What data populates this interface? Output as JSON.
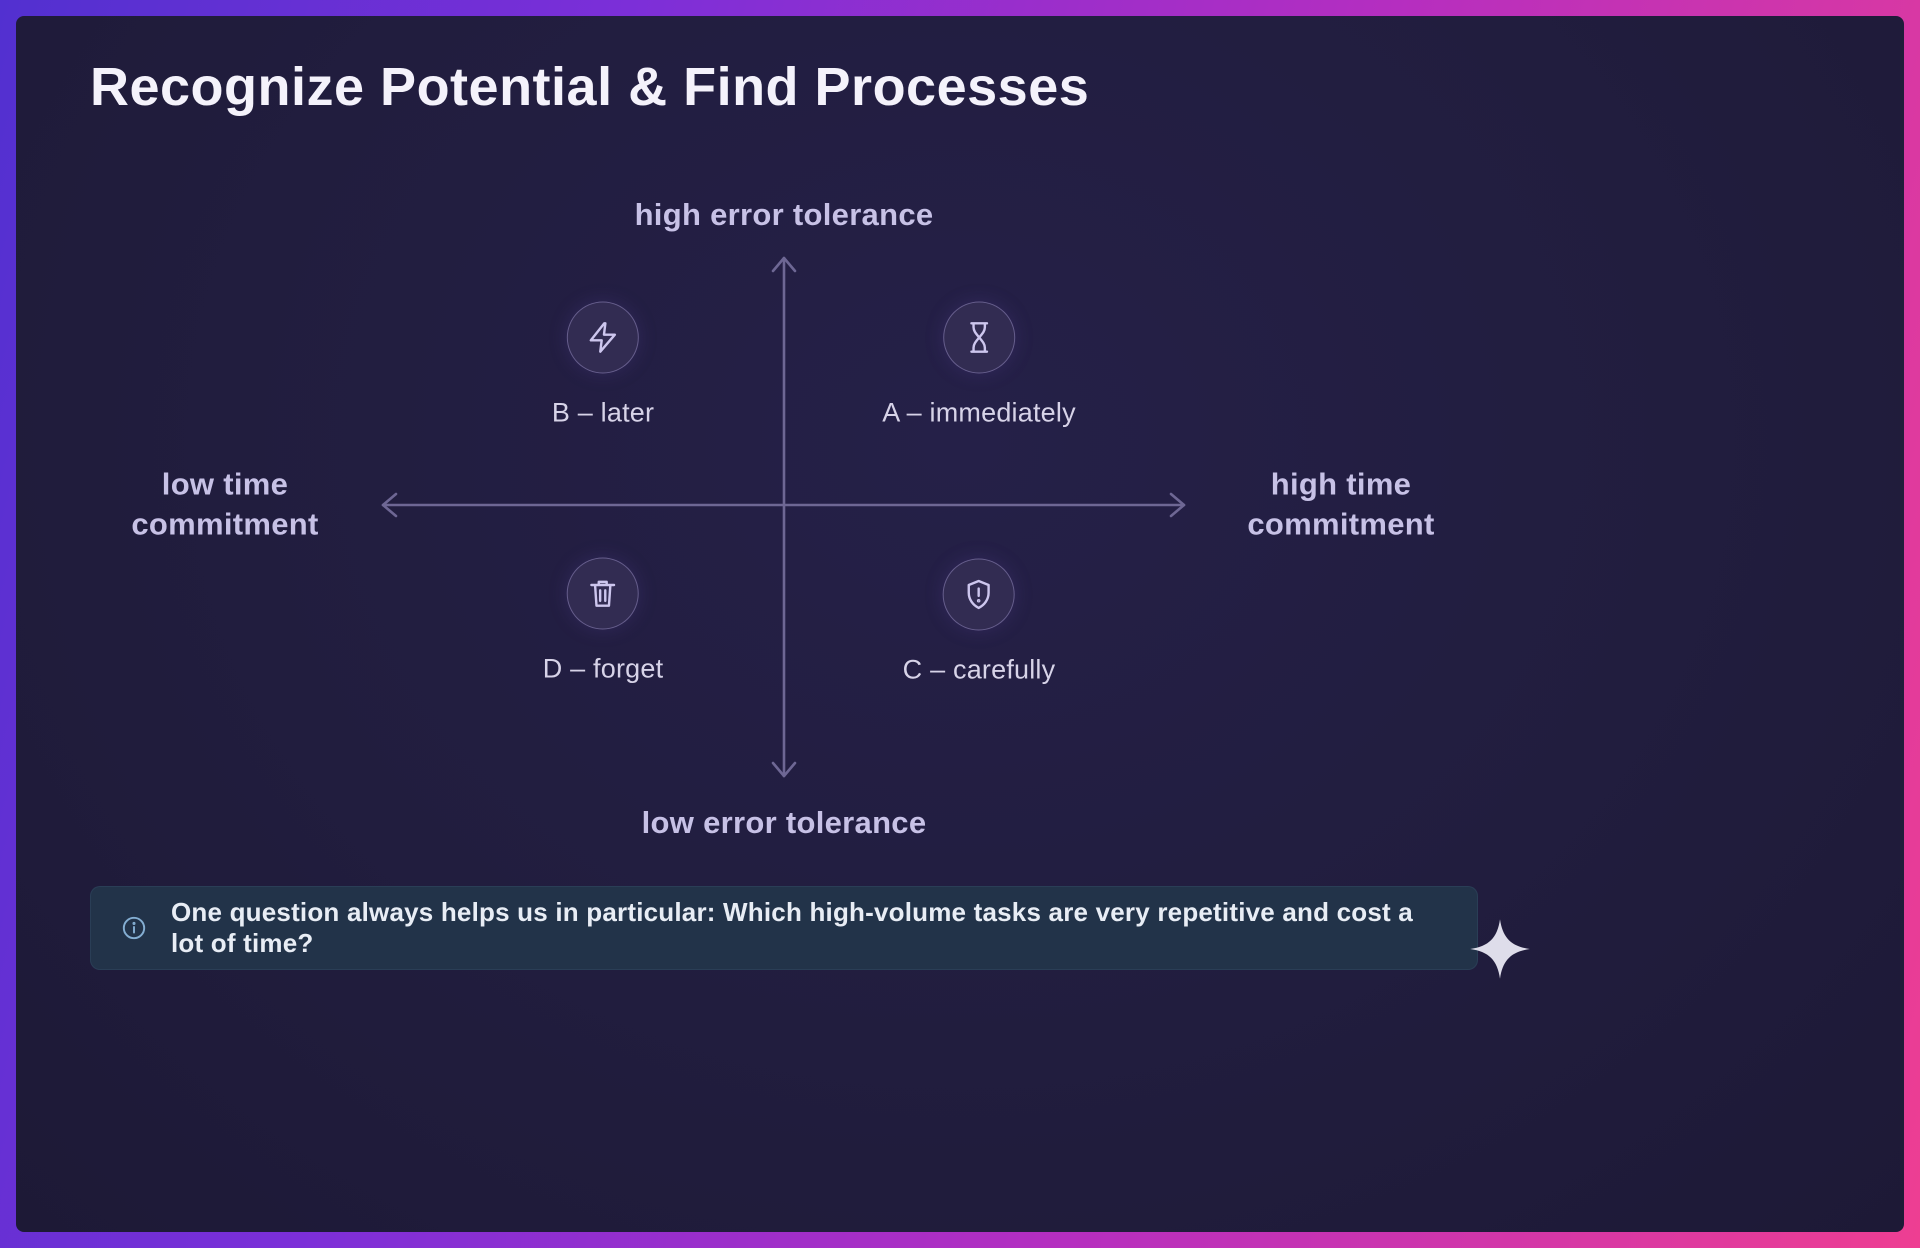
{
  "slide": {
    "title": "Recognize Potential & Find Processes"
  },
  "axes": {
    "top": "high error tolerance",
    "bottom": "low error tolerance",
    "left": "low time\ncommitment",
    "right": "high time\ncommitment"
  },
  "quadrants": {
    "top_left": {
      "label": "B – later",
      "icon": "lightning-icon"
    },
    "top_right": {
      "label": "A – immediately",
      "icon": "hourglass-icon"
    },
    "bottom_left": {
      "label": "D – forget",
      "icon": "trash-icon"
    },
    "bottom_right": {
      "label": "C – carefully",
      "icon": "shield-alert-icon"
    }
  },
  "callout": {
    "icon": "info-icon",
    "text": "One question always helps us in particular: Which high-volume tasks are very repetitive and cost a lot of time?"
  },
  "decoration": {
    "corner_icon": "sparkle-icon"
  },
  "diagram": {
    "type": "quadrant-matrix",
    "x_axis": {
      "negative": "low time commitment",
      "positive": "high time commitment"
    },
    "y_axis": {
      "negative": "low error tolerance",
      "positive": "high error tolerance"
    },
    "items": [
      {
        "quadrant": "high error tolerance / low time commitment",
        "label": "B – later"
      },
      {
        "quadrant": "high error tolerance / high time commitment",
        "label": "A – immediately"
      },
      {
        "quadrant": "low error tolerance / low time commitment",
        "label": "D – forget"
      },
      {
        "quadrant": "low error tolerance / high time commitment",
        "label": "C – carefully"
      }
    ]
  },
  "colors": {
    "frame_gradient_start": "#5230d0",
    "frame_gradient_end": "#ee3e92",
    "slide_background": "#211d3e",
    "title_text": "#f4f2fb",
    "axis_label": "#c7c1e6",
    "axis_line": "#6e6794",
    "quadrant_label": "#d7d3e8",
    "badge_background": "#322c52",
    "icon_stroke": "#cdc6ee",
    "callout_background": "#223349",
    "callout_text": "#e8edf5",
    "info_icon": "#84aed2",
    "sparkle": "#deddea"
  }
}
